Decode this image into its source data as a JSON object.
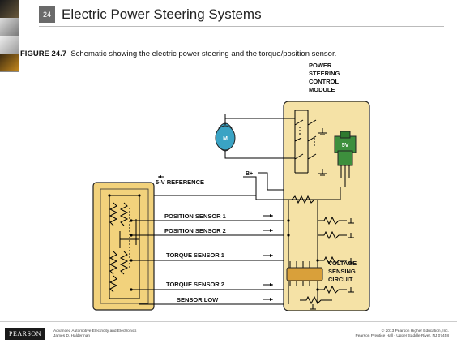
{
  "header": {
    "slide_number": "24",
    "title": "Electric Power Steering Systems"
  },
  "figure": {
    "label": "FIGURE 24.7",
    "caption": "Schematic showing the electric power steering and the torque/position sensor."
  },
  "diagram": {
    "module_title": [
      "POWER",
      "STEERING",
      "CONTROL",
      "MODULE"
    ],
    "motor": "M",
    "regulator": "5V",
    "b_plus": "B+",
    "reference": "5-V REFERENCE",
    "signals": [
      "POSITION SENSOR 1",
      "POSITION SENSOR 2",
      "TORQUE SENSOR 1",
      "TORQUE SENSOR 2",
      "SENSOR LOW"
    ],
    "voltage_sensing": [
      "VOLTAGE",
      "SENSING",
      "CIRCUIT"
    ],
    "colors": {
      "sensor_fill": "#f2d27c",
      "module_fill": "#f5e2a6",
      "motor_fill": "#3aa3c4",
      "regulator_fill": "#3d8f3d",
      "chip_fill": "#d9a03a",
      "wire": "#000000"
    }
  },
  "footer": {
    "brand": "PEARSON",
    "book_line1": "Advanced Automotive Electricity and Electronics",
    "book_line2": "James D. Halderman",
    "copyright_line1": "© 2013 Pearson Higher Education, Inc.",
    "copyright_line2": "Pearson Prentice Hall - Upper Saddle River, NJ 07458"
  }
}
